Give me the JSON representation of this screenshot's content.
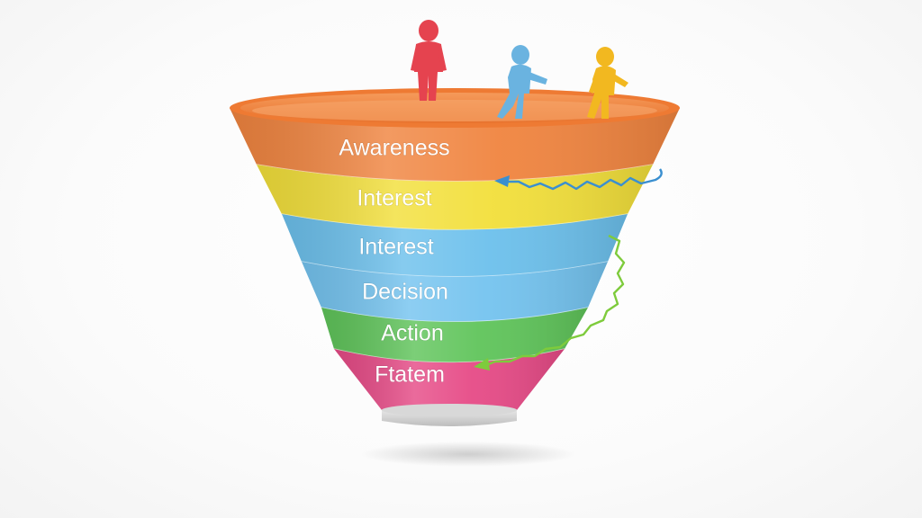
{
  "funnel": {
    "stages": [
      {
        "label": "Awareness",
        "color": "#f0843f"
      },
      {
        "label": "Interest",
        "color": "#f2df3a"
      },
      {
        "label": "Interest",
        "color": "#6cc0ec"
      },
      {
        "label": "Decision",
        "color": "#74c3ef"
      },
      {
        "label": "Action",
        "color": "#5fc45a"
      },
      {
        "label": "Ftatem",
        "color": "#e64a86"
      }
    ],
    "figures": [
      {
        "name": "red-person",
        "color": "#e5434f"
      },
      {
        "name": "blue-person",
        "color": "#6ab3e0"
      },
      {
        "name": "yellow-person",
        "color": "#f2b820"
      }
    ],
    "arrows": [
      {
        "name": "blue-feedback-arrow",
        "color": "#3a8fd0"
      },
      {
        "name": "green-feedback-arrow",
        "color": "#7ecb3c"
      }
    ]
  }
}
